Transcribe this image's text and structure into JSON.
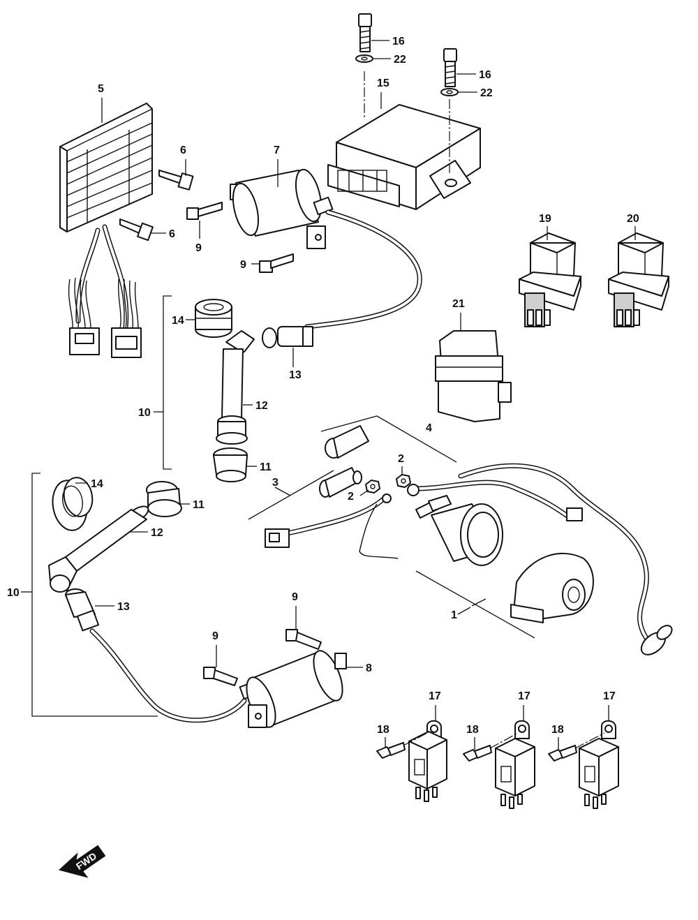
{
  "fwd_text": "FWD",
  "callouts": {
    "c1": "1",
    "c2a": "2",
    "c2b": "2",
    "c3": "3",
    "c4": "4",
    "c5": "5",
    "c6a": "6",
    "c6b": "6",
    "c7": "7",
    "c8": "8",
    "c9a": "9",
    "c9b": "9",
    "c9c": "9",
    "c9d": "9",
    "c10a": "10",
    "c10b": "10",
    "c11a": "11",
    "c11b": "11",
    "c12a": "12",
    "c12b": "12",
    "c13a": "13",
    "c13b": "13",
    "c14a": "14",
    "c14b": "14",
    "c15": "15",
    "c16a": "16",
    "c16b": "16",
    "c17a": "17",
    "c17b": "17",
    "c17c": "17",
    "c18a": "18",
    "c18b": "18",
    "c18c": "18",
    "c19": "19",
    "c20": "20",
    "c21": "21",
    "c22a": "22",
    "c22b": "22"
  }
}
